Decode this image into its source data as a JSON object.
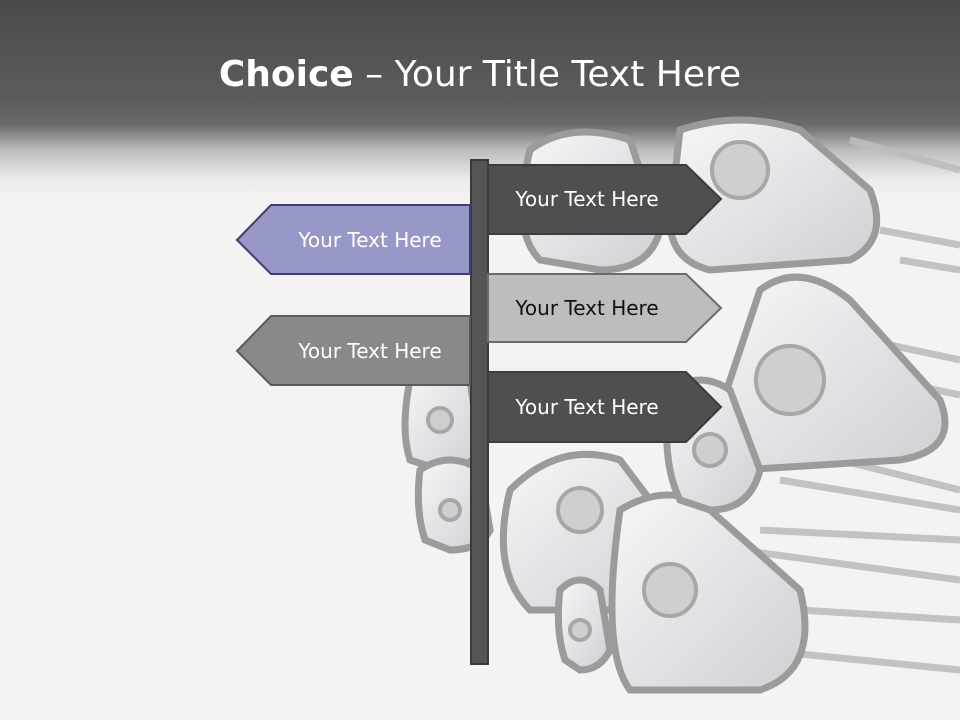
{
  "title": {
    "bold": "Choice",
    "rest": " – Your Title Text Here"
  },
  "signs": {
    "right_top": "Your Text Here",
    "left_top": "Your Text Here",
    "right_middle": "Your Text Here",
    "left_bottom": "Your Text Here",
    "right_bottom": "Your Text Here"
  },
  "colors": {
    "header": "#4a4a4a",
    "sign_dark": "#4f4f51",
    "sign_purple": "#9797c8",
    "sign_light": "#bdbdbd",
    "sign_mid": "#898989",
    "post": "#555555"
  }
}
